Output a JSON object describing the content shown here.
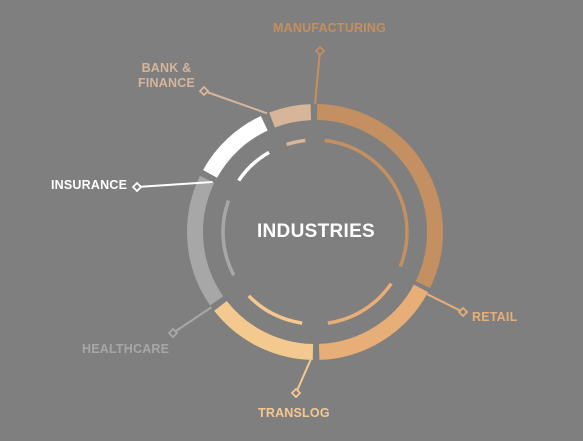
{
  "diagram": {
    "center_title": "INDUSTRIES",
    "segments": [
      {
        "id": "manufacturing",
        "label": "MANUFACTURING",
        "color": "#c48f61"
      },
      {
        "id": "retail",
        "label": "RETAIL",
        "color": "#e7ae78"
      },
      {
        "id": "translog",
        "label": "TRANSLOG",
        "color": "#f4c98f"
      },
      {
        "id": "healthcare",
        "label": "HEALTHCARE",
        "color": "#a7a7a7"
      },
      {
        "id": "insurance",
        "label": "INSURANCE",
        "color": "#ffffff"
      },
      {
        "id": "bank-finance",
        "label": "BANK &\nFINANCE",
        "color": "#d6b59b"
      }
    ]
  }
}
